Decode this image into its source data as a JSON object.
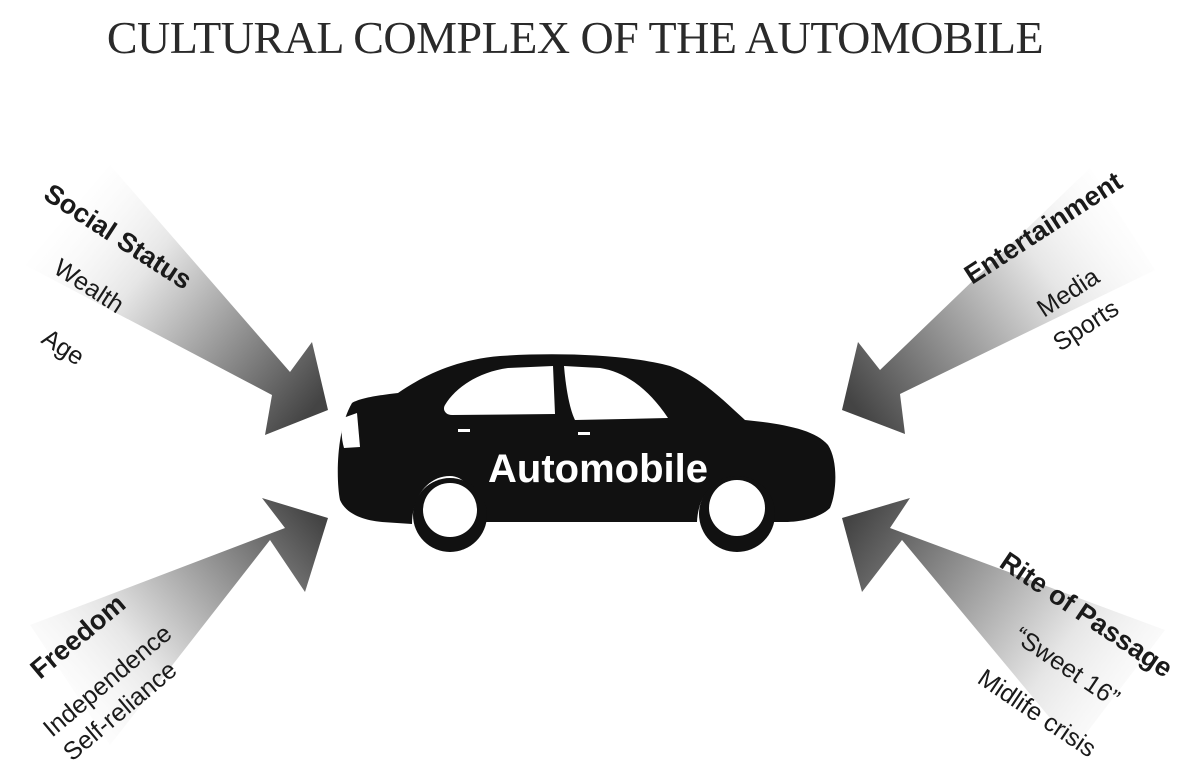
{
  "title": "CULTURAL COMPLEX OF THE AUTOMOBILE",
  "center": {
    "label": "Automobile"
  },
  "factors": {
    "social_status": {
      "label": "Social Status",
      "items": [
        "Wealth",
        "Age"
      ]
    },
    "entertainment": {
      "label": "Entertainment",
      "items": [
        "Media",
        "Sports"
      ]
    },
    "freedom": {
      "label": "Freedom",
      "items": [
        "Independence",
        "Self-reliance"
      ]
    },
    "rite_of_passage": {
      "label": "Rite of Passage",
      "items": [
        "“Sweet 16”",
        "Midlife crisis"
      ]
    }
  },
  "colors": {
    "car": "#111111",
    "arrow_tip": "#444444",
    "arrow_fade": "#ffffff",
    "text": "#1a1a1a"
  }
}
